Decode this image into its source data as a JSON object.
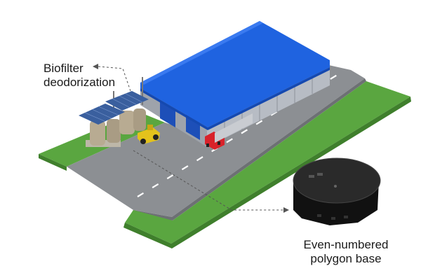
{
  "annotations": {
    "biofilter": {
      "lines": [
        "Biofilter",
        "deodorization"
      ]
    },
    "polygon_base": {
      "lines": [
        "Even-numbered",
        "polygon base"
      ]
    }
  },
  "colors": {
    "grass": "#5aa640",
    "grass_dark": "#3f7f2c",
    "road": "#8c8f93",
    "road_edge": "#6d7074",
    "lane_marking": "#ffffff",
    "roof": "#1f63e0",
    "roof_edge": "#1549b0",
    "wall": "#b7bcc4",
    "door": "#1d4fb8",
    "truck_cab": "#d8222a",
    "loader": "#e3c21c",
    "solar_panel": "#3a5f9e",
    "tank": "#b8ab92",
    "base_top": "#2a2a2a",
    "base_side": "#111111",
    "leader_line": "#555555"
  },
  "icons": [
    "warehouse",
    "solar-panel",
    "wheel-loader",
    "truck",
    "polygon-base"
  ]
}
